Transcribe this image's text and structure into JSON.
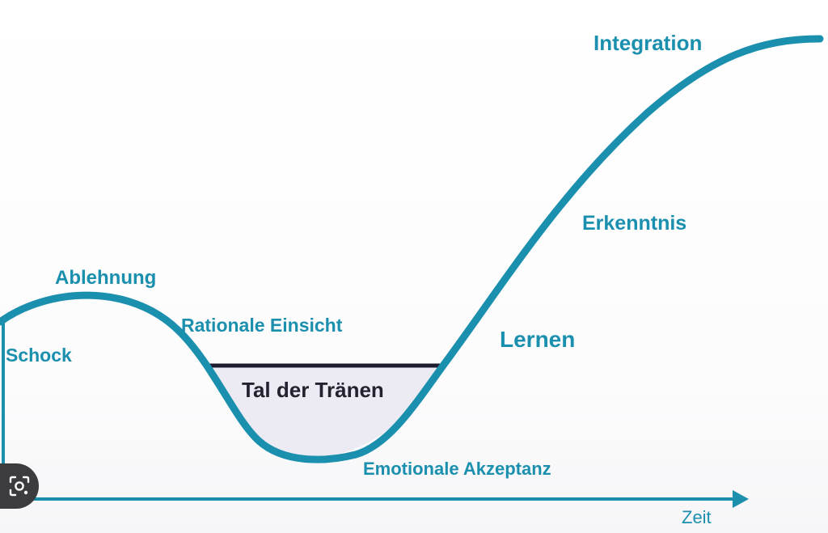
{
  "diagram": {
    "phases": [
      {
        "id": "schock",
        "label": "Schock"
      },
      {
        "id": "ablehnung",
        "label": "Ablehnung"
      },
      {
        "id": "rationale-einsicht",
        "label": "Rationale Einsicht"
      },
      {
        "id": "tal",
        "label": "Tal der Tränen"
      },
      {
        "id": "emotionale-akzeptanz",
        "label": "Emotionale Akzeptanz"
      },
      {
        "id": "lernen",
        "label": "Lernen"
      },
      {
        "id": "erkenntnis",
        "label": "Erkenntnis"
      },
      {
        "id": "integration",
        "label": "Integration"
      }
    ],
    "x_axis_label": "Zeit",
    "colors": {
      "curve": "#1b8fae",
      "text": "#1b8fae",
      "axis": "#1c8fad",
      "valley_fill": "#ecebf3",
      "valley_line": "#1d1b2e",
      "valley_text": "#232330"
    }
  },
  "overlay": {
    "lens_icon": "visual-search-icon"
  }
}
